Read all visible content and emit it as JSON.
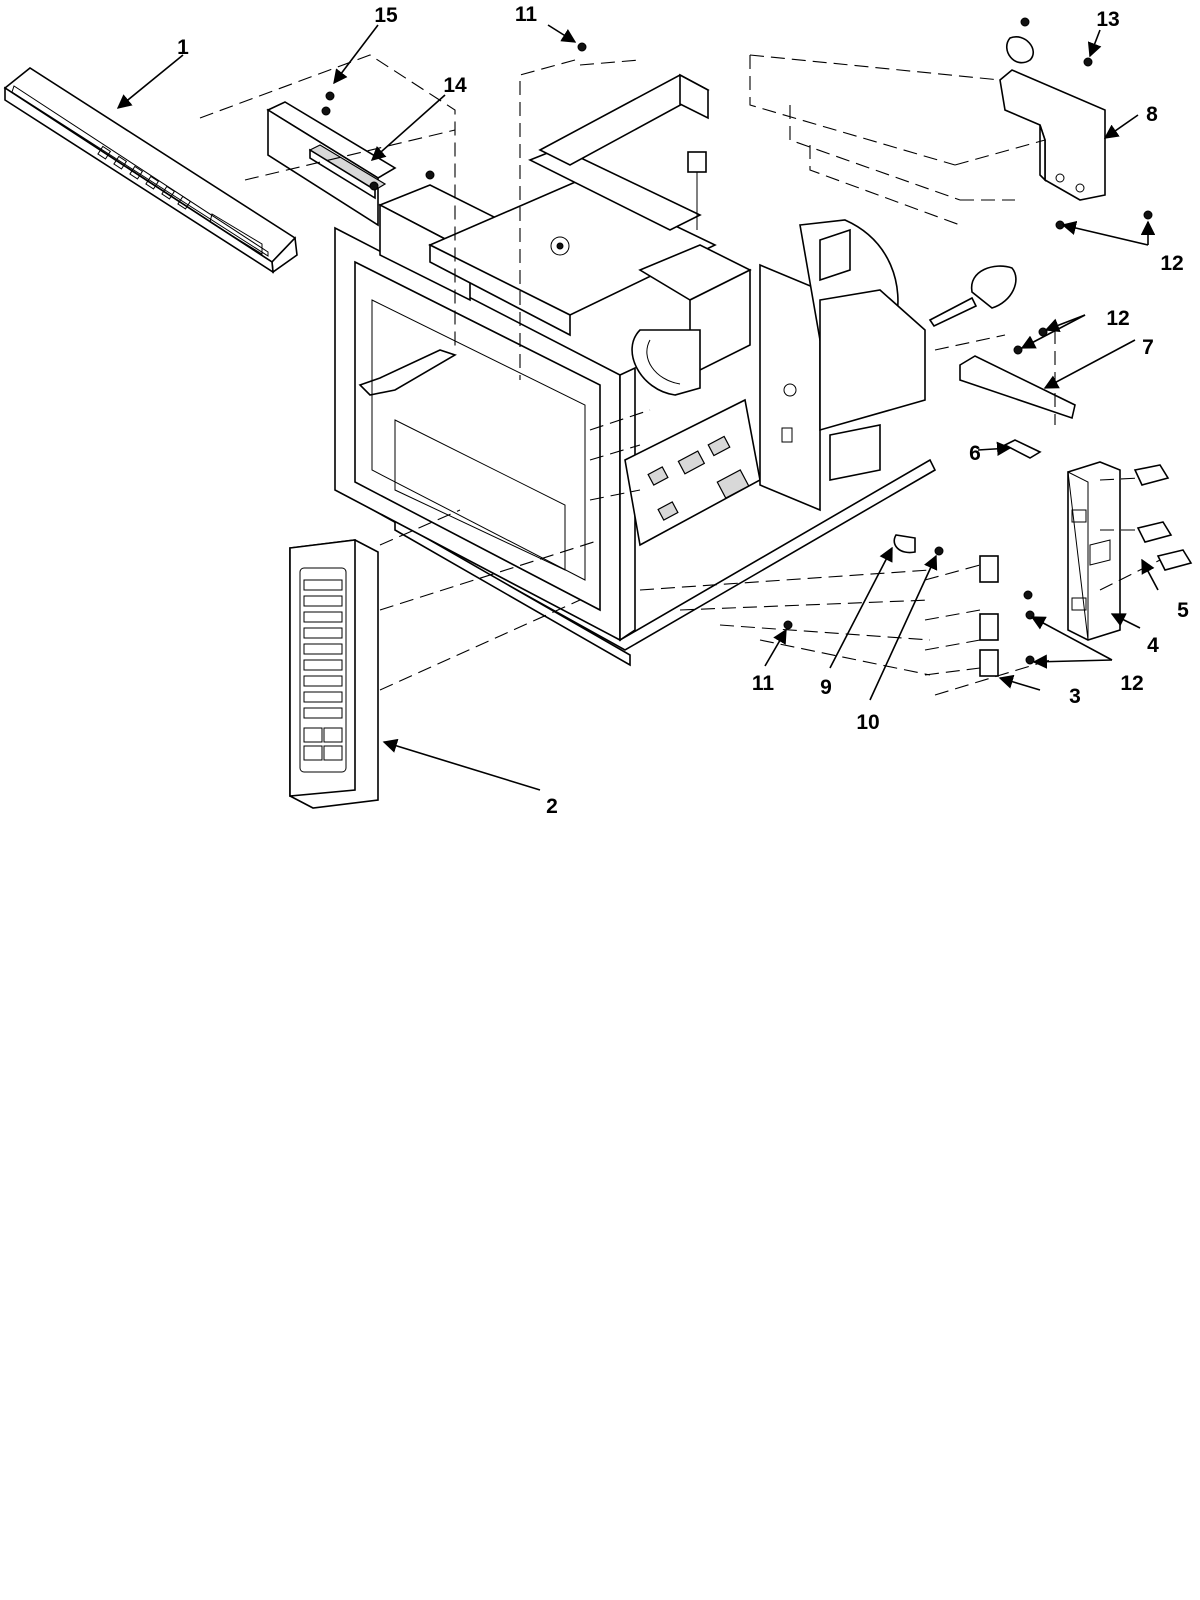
{
  "callouts": [
    {
      "id": "c1",
      "label": "1"
    },
    {
      "id": "c2",
      "label": "2"
    },
    {
      "id": "c3",
      "label": "3"
    },
    {
      "id": "c4",
      "label": "4"
    },
    {
      "id": "c5",
      "label": "5"
    },
    {
      "id": "c6",
      "label": "6"
    },
    {
      "id": "c7",
      "label": "7"
    },
    {
      "id": "c8",
      "label": "8"
    },
    {
      "id": "c9",
      "label": "9"
    },
    {
      "id": "c10",
      "label": "10"
    },
    {
      "id": "c11a",
      "label": "11"
    },
    {
      "id": "c11b",
      "label": "11"
    },
    {
      "id": "c12a",
      "label": "12"
    },
    {
      "id": "c12b",
      "label": "12"
    },
    {
      "id": "c12c",
      "label": "12"
    },
    {
      "id": "c13",
      "label": "13"
    },
    {
      "id": "c14",
      "label": "14"
    },
    {
      "id": "c15",
      "label": "15"
    }
  ]
}
